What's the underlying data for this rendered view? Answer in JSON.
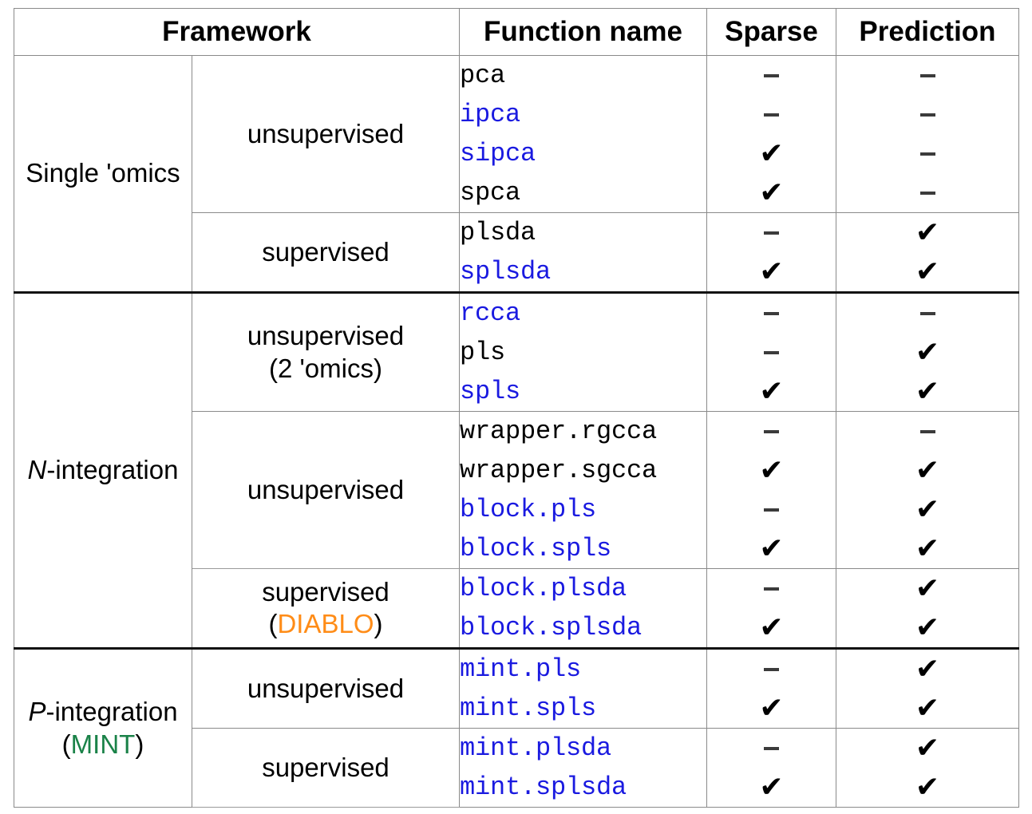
{
  "table": {
    "headers": {
      "framework": "Framework",
      "function_name": "Function name",
      "sparse": "Sparse",
      "prediction": "Prediction"
    },
    "symbols": {
      "check": "✔",
      "dash": "-"
    },
    "colors": {
      "function_blue": "#1a1ae0",
      "diablo_orange": "#ff8c17",
      "mint_green": "#1a8248",
      "text_black": "#000000",
      "border_gray": "#8a8a8a",
      "border_dark": "#111111"
    },
    "blocks": [
      {
        "framework": "Single 'omics",
        "framework_italic_prefix": "",
        "framework_plain": "Single 'omics",
        "framework_note": "",
        "groups": [
          {
            "subcategory_line1": "unsupervised",
            "subcategory_line2": "",
            "subcategory_note": "",
            "rows": [
              {
                "function": "pca",
                "color": "black",
                "sparse": "-",
                "prediction": "-"
              },
              {
                "function": "ipca",
                "color": "blue",
                "sparse": "-",
                "prediction": "-"
              },
              {
                "function": "sipca",
                "color": "blue",
                "sparse": "✔",
                "prediction": "-"
              },
              {
                "function": "spca",
                "color": "black",
                "sparse": "✔",
                "prediction": "-"
              }
            ]
          },
          {
            "subcategory_line1": "supervised",
            "subcategory_line2": "",
            "subcategory_note": "",
            "rows": [
              {
                "function": "plsda",
                "color": "black",
                "sparse": "-",
                "prediction": "✔"
              },
              {
                "function": "splsda",
                "color": "blue",
                "sparse": "✔",
                "prediction": "✔"
              }
            ]
          }
        ]
      },
      {
        "framework": "N-integration",
        "framework_italic_prefix": "N",
        "framework_plain": "-integration",
        "framework_note": "",
        "groups": [
          {
            "subcategory_line1": "unsupervised",
            "subcategory_line2": "(2 'omics)",
            "subcategory_note": "",
            "rows": [
              {
                "function": "rcca",
                "color": "blue",
                "sparse": "-",
                "prediction": "-"
              },
              {
                "function": "pls",
                "color": "black",
                "sparse": "-",
                "prediction": "✔"
              },
              {
                "function": "spls",
                "color": "blue",
                "sparse": "✔",
                "prediction": "✔"
              }
            ]
          },
          {
            "subcategory_line1": "unsupervised",
            "subcategory_line2": "",
            "subcategory_note": "",
            "rows": [
              {
                "function": "wrapper.rgcca",
                "color": "black",
                "sparse": "-",
                "prediction": "-"
              },
              {
                "function": "wrapper.sgcca",
                "color": "black",
                "sparse": "✔",
                "prediction": "✔"
              },
              {
                "function": "block.pls",
                "color": "blue",
                "sparse": "-",
                "prediction": "✔"
              },
              {
                "function": "block.spls",
                "color": "blue",
                "sparse": "✔",
                "prediction": "✔"
              }
            ]
          },
          {
            "subcategory_line1": "supervised",
            "subcategory_line2": "(DIABLO)",
            "subcategory_note": "DIABLO",
            "rows": [
              {
                "function": "block.plsda",
                "color": "blue",
                "sparse": "-",
                "prediction": "✔"
              },
              {
                "function": "block.splsda",
                "color": "blue",
                "sparse": "✔",
                "prediction": "✔"
              }
            ]
          }
        ]
      },
      {
        "framework": "P-integration (MINT)",
        "framework_italic_prefix": "P",
        "framework_plain": "-integration",
        "framework_note": "MINT",
        "groups": [
          {
            "subcategory_line1": "unsupervised",
            "subcategory_line2": "",
            "subcategory_note": "",
            "rows": [
              {
                "function": "mint.pls",
                "color": "blue",
                "sparse": "-",
                "prediction": "✔"
              },
              {
                "function": "mint.spls",
                "color": "blue",
                "sparse": "✔",
                "prediction": "✔"
              }
            ]
          },
          {
            "subcategory_line1": "supervised",
            "subcategory_line2": "",
            "subcategory_note": "",
            "rows": [
              {
                "function": "mint.plsda",
                "color": "blue",
                "sparse": "-",
                "prediction": "✔"
              },
              {
                "function": "mint.splsda",
                "color": "blue",
                "sparse": "✔",
                "prediction": "✔"
              }
            ]
          }
        ]
      }
    ]
  }
}
